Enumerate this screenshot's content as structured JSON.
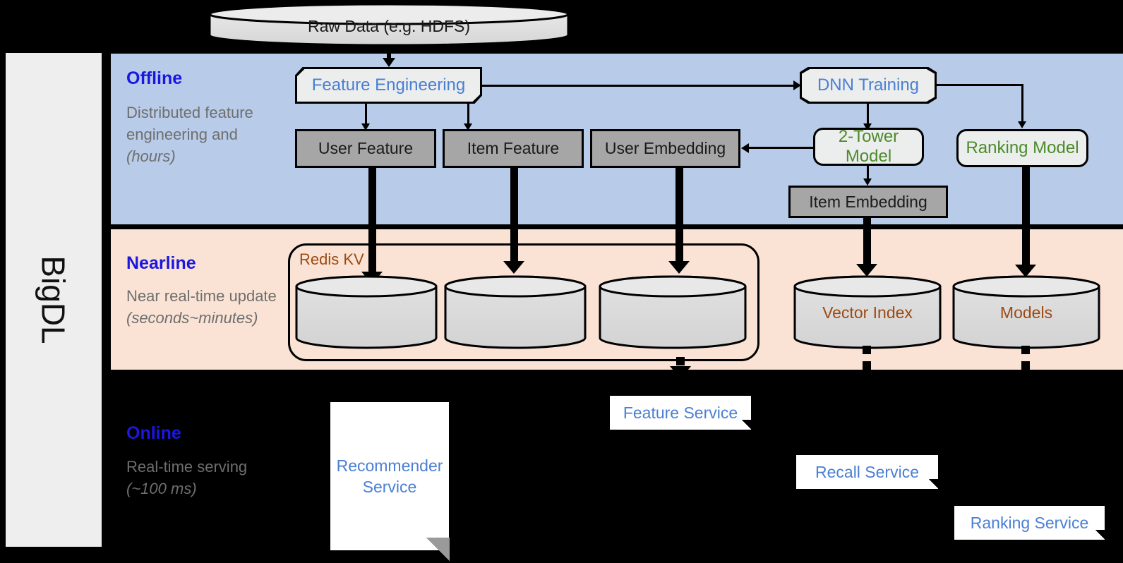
{
  "platform": {
    "name": "BigDL"
  },
  "source": {
    "label": "Raw Data (e.g. HDFS)"
  },
  "bands": {
    "offline": {
      "title": "Offline",
      "subtitle": "Distributed feature engineering and ",
      "subtitle_em": "(hours)",
      "color": "#b8cbe8"
    },
    "nearline": {
      "title": "Nearline",
      "subtitle": "Near real-time update ",
      "subtitle_em": "(seconds~minutes)",
      "color": "#fae3d4"
    },
    "online": {
      "title": "Online",
      "subtitle": "Real-time serving ",
      "subtitle_em": "(~100 ms)",
      "color": "#000000"
    }
  },
  "offline_nodes": {
    "feature_engineering": "Feature Engineering",
    "dnn_training": "DNN Training",
    "user_feature": "User Feature",
    "item_feature": "Item Feature",
    "user_embedding": "User Embedding",
    "two_tower_model": "2-Tower Model",
    "ranking_model": "Ranking Model",
    "item_embedding": "Item Embedding"
  },
  "nearline_nodes": {
    "redis_kv": "Redis KV",
    "store_1": "",
    "store_2": "",
    "store_3": "",
    "vector_index": "Vector Index",
    "models": "Models"
  },
  "online_nodes": {
    "recommender_service": "Recommender Service",
    "feature_service": "Feature Service",
    "recall_service": "Recall Service",
    "ranking_service": "Ranking Service"
  },
  "colors": {
    "band_title": "#1a17e0",
    "band_sub": "#6e6e6e",
    "accent_blue": "#4a7fd4",
    "accent_green": "#4b8b2b",
    "accent_brown": "#9c4a13",
    "grey_box": "#a6a6a6",
    "light_box": "#eceded"
  }
}
